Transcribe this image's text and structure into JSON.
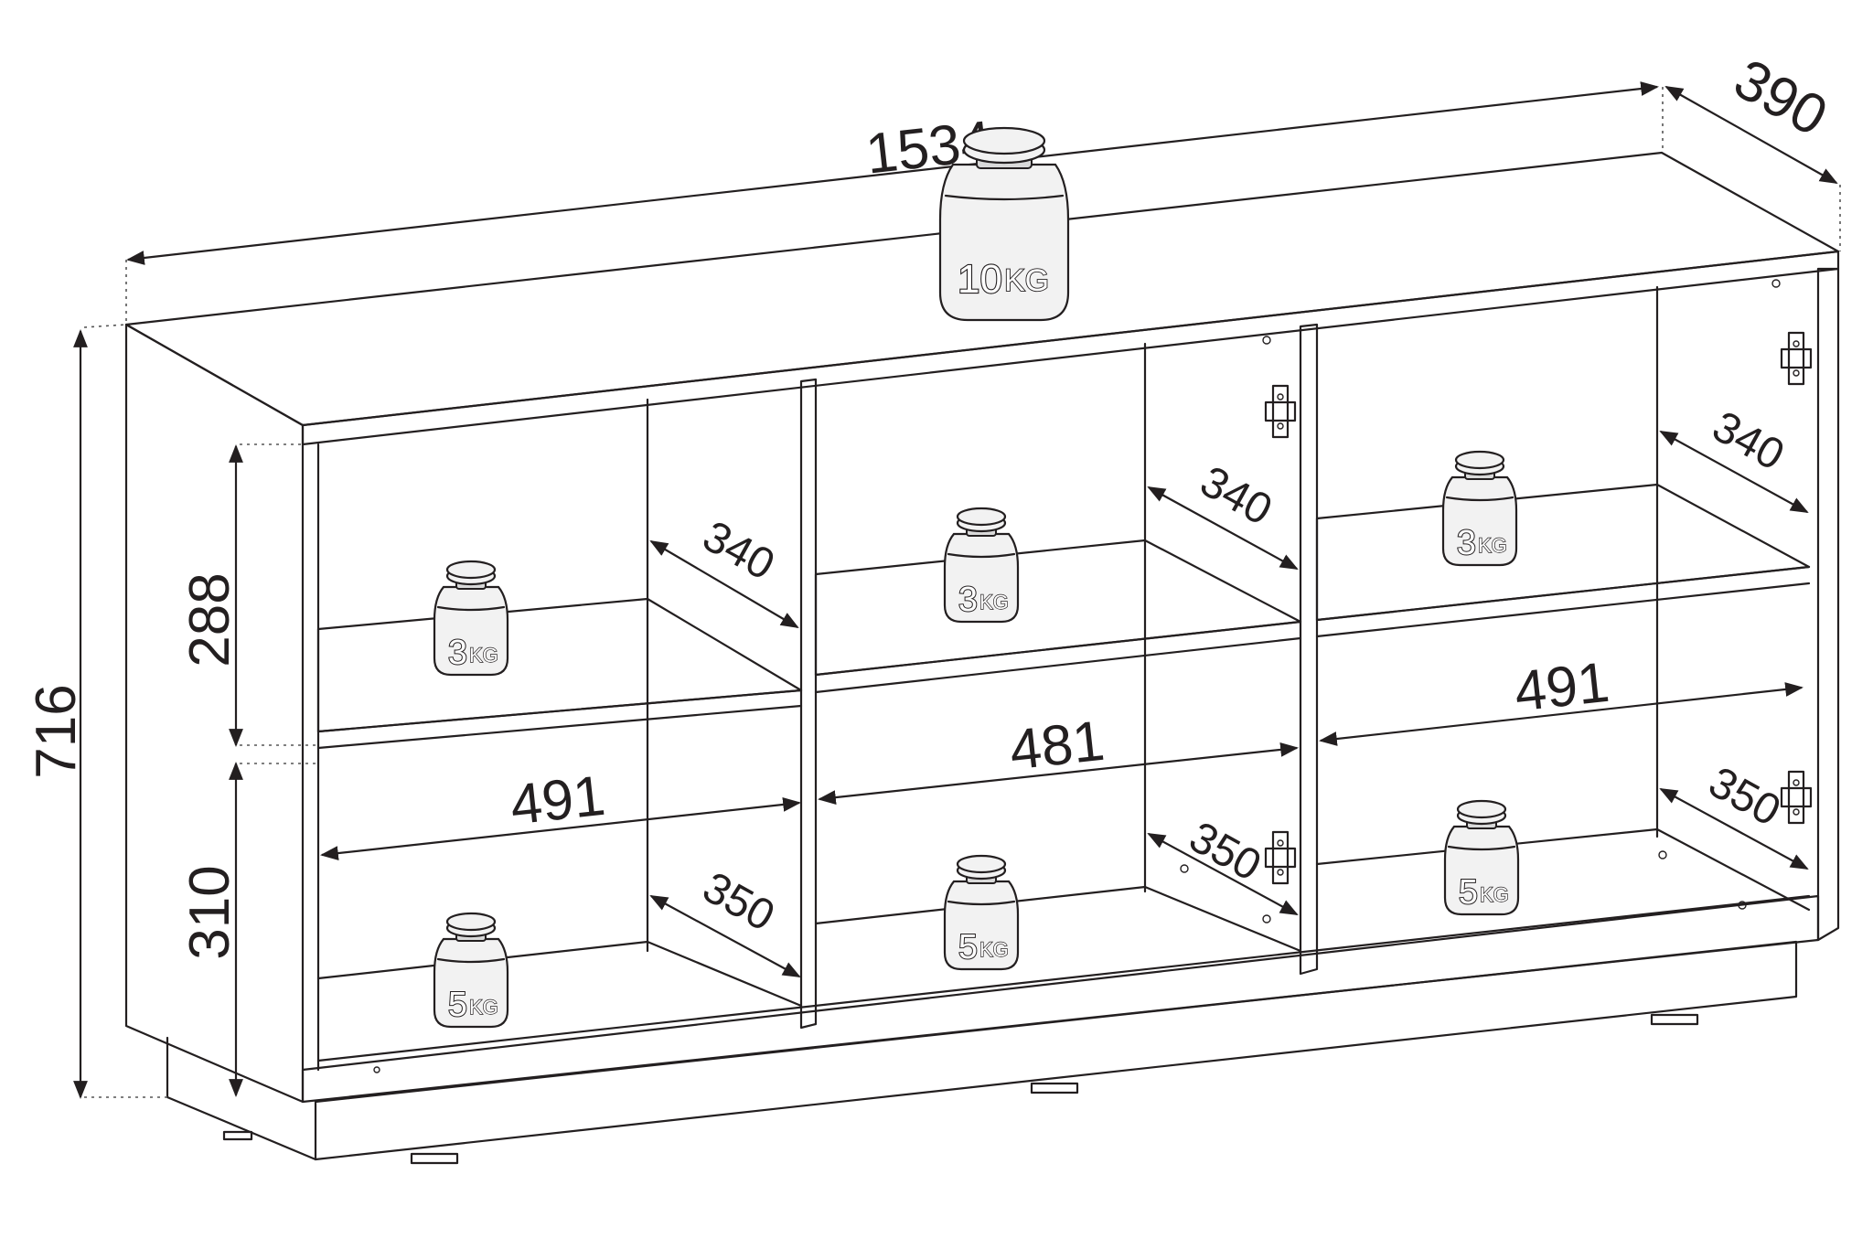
{
  "diagram": {
    "dimensions": {
      "total_width": "1534",
      "depth": "390",
      "total_height": "716",
      "upper_compartment_height": "288",
      "lower_compartment_height": "310",
      "left_inner_width": "491",
      "center_inner_width": "481",
      "right_inner_width": "491",
      "upper_shelf_depth_left": "340",
      "upper_shelf_depth_center": "340",
      "upper_shelf_depth_right": "340",
      "lower_depth_left": "350",
      "lower_depth_center": "350",
      "lower_depth_right": "350"
    },
    "load_labels": {
      "top": {
        "value": "10",
        "unit": "KG"
      },
      "left_shelf": {
        "value": "3",
        "unit": "KG"
      },
      "center_shelf": {
        "value": "3",
        "unit": "KG"
      },
      "right_shelf": {
        "value": "3",
        "unit": "KG"
      },
      "left_bottom": {
        "value": "5",
        "unit": "KG"
      },
      "center_bottom": {
        "value": "5",
        "unit": "KG"
      },
      "right_bottom": {
        "value": "5",
        "unit": "KG"
      }
    }
  }
}
